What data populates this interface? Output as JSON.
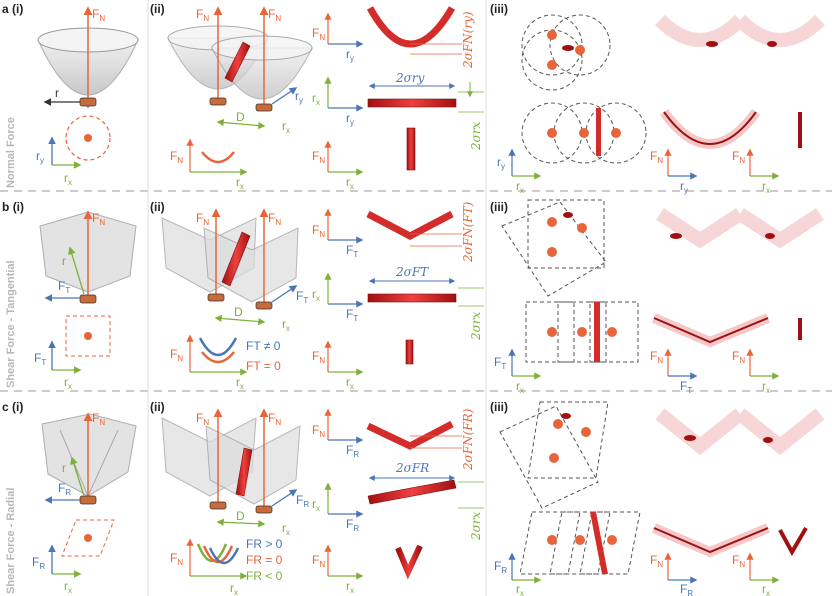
{
  "rows": [
    {
      "letter": "a",
      "side": "Normal Force"
    },
    {
      "letter": "b",
      "side": "Shear Force - Tangential"
    },
    {
      "letter": "c",
      "side": "Shear Force - Radial"
    }
  ],
  "subpanels": {
    "i": "(i)",
    "ii": "(ii)",
    "iii": "(iii)"
  },
  "symbols": {
    "FN": "F",
    "FN_sub": "N",
    "FT": "F",
    "FT_sub": "T",
    "FR": "F",
    "FR_sub": "R",
    "rx": "r",
    "rx_sub": "x",
    "ry": "r",
    "ry_sub": "y",
    "r": "r",
    "D": "D"
  },
  "sigma": {
    "row_a_top": "2σFN(ry)",
    "row_a_mid": "2σry",
    "row_a_side": "2σrx",
    "row_b_top": "2σFN(FT)",
    "row_b_mid": "2σFT",
    "row_b_side": "2σrx",
    "row_c_top": "2σFN(FR)",
    "row_c_mid": "2σFR",
    "row_c_side": "2σrx"
  },
  "conditions": {
    "ft_nonzero": "FT ≠ 0",
    "ft_zero": "FT = 0",
    "fr_pos": "FR > 0",
    "fr_zero": "FR = 0",
    "fr_neg": "FR < 0"
  },
  "colors": {
    "force": "#e8653a",
    "ry_axis": "#4a76b8",
    "rx_axis": "#7fb03c",
    "shape": "#d42b2b"
  }
}
